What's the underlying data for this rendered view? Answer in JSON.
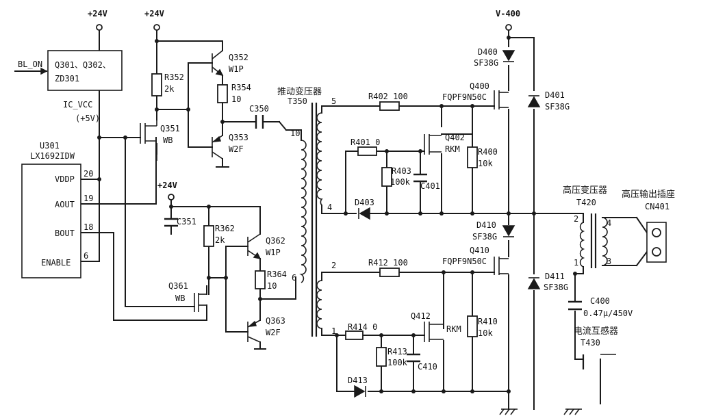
{
  "rails": {
    "p24_a": "+24V",
    "p24_b": "+24V",
    "p24_c": "+24V",
    "hv": "V-400"
  },
  "signals": {
    "bl_on": "BL_ON",
    "ic_vcc": "IC_VCC",
    "ic_vcc_v": "(+5V)"
  },
  "ic": {
    "ref": "U301",
    "part": "LX1692IDW",
    "pins": [
      {
        "name": "VDDP",
        "num": "20"
      },
      {
        "name": "AOUT",
        "num": "19"
      },
      {
        "name": "BOUT",
        "num": "18"
      },
      {
        "name": "ENABLE",
        "num": "6"
      }
    ]
  },
  "reg": {
    "line1": "Q301、Q302、",
    "line2": "ZD301"
  },
  "parts": {
    "R352": "R352",
    "R352v": "2k",
    "Q352": "Q352",
    "Q352v": "W1P",
    "R354": "R354",
    "R354v": "10",
    "Q351": "Q351",
    "Q351v": "WB",
    "Q353": "Q353",
    "Q353v": "W2F",
    "C350": "C350",
    "C351": "C351",
    "R362": "R362",
    "R362v": "2k",
    "Q362": "Q362",
    "Q362v": "W1P",
    "R364": "R364",
    "R364v": "10",
    "Q361": "Q361",
    "Q361v": "WB",
    "Q363": "Q363",
    "Q363v": "W2F",
    "R402": "R402  100",
    "Q400": "Q400",
    "Q400v": "FQPF9N50C",
    "D400": "D400",
    "D400v": "SF38G",
    "D401": "D401",
    "D401v": "SF38G",
    "R401": "R401  0",
    "Q402": "Q402",
    "Q402v": "RKM",
    "R400": "R400",
    "R400v": "10k",
    "R403": "R403",
    "R403v": "100k",
    "C401": "C401",
    "D403": "D403",
    "D410": "D410",
    "D410v": "SF38G",
    "Q410": "Q410",
    "Q410v": "FQPF9N50C",
    "R412": "R412  100",
    "D411": "D411",
    "D411v": "SF38G",
    "R414": "R414  0",
    "Q412": "Q412",
    "Q412v": "RKM",
    "R410": "R410",
    "R410v": "10k",
    "R413": "R413",
    "R413v": "100k",
    "C410": "C410",
    "D413": "D413",
    "C400": "C400",
    "C400v": "0.47μ/450V"
  },
  "transformers": {
    "t350_title": "推动变压器",
    "t350_ref": "T350",
    "t420_title": "高压变压器",
    "t420_ref": "T420",
    "t430_title": "电流互感器",
    "t430_ref": "T430",
    "cn_title": "高压输出插座",
    "cn_ref": "CN401"
  },
  "pins": {
    "p5": "5",
    "p10": "10",
    "p4": "4",
    "p6": "6",
    "p2": "2",
    "p1": "1",
    "t420_2": "2",
    "t420_1": "1",
    "cn_4": "4",
    "cn_3": "3"
  }
}
